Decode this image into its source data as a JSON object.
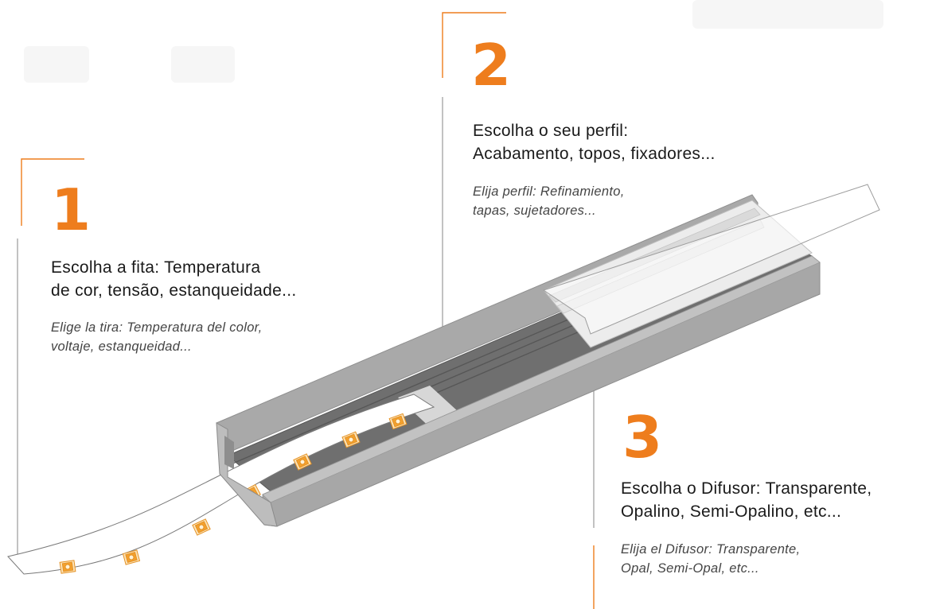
{
  "steps": [
    {
      "number": "1",
      "title_line1": "Escolha a fita: Temperatura",
      "title_line2": "de cor, tensão, estanqueidade...",
      "subtitle_line1": "Elige la tira: Temperatura del color,",
      "subtitle_line2": "voltaje, estanqueidad..."
    },
    {
      "number": "2",
      "title_line1": "Escolha o seu perfil:",
      "title_line2": "Acabamento, topos, fixadores...",
      "subtitle_line1": "Elija perfil: Refinamiento,",
      "subtitle_line2": "tapas, sujetadores..."
    },
    {
      "number": "3",
      "title_line1": "Escolha o Difusor: Transparente,",
      "title_line2": "Opalino,  Semi-Opalino, etc...",
      "subtitle_line1": "Elija el Difusor: Transparente,",
      "subtitle_line2": "Opal, Semi-Opal, etc..."
    }
  ],
  "colors": {
    "accent": "#ee7d1d",
    "profile_gray": "#a6a6a6",
    "profile_dark": "#6e6e6e",
    "led": "#f3a12f"
  }
}
